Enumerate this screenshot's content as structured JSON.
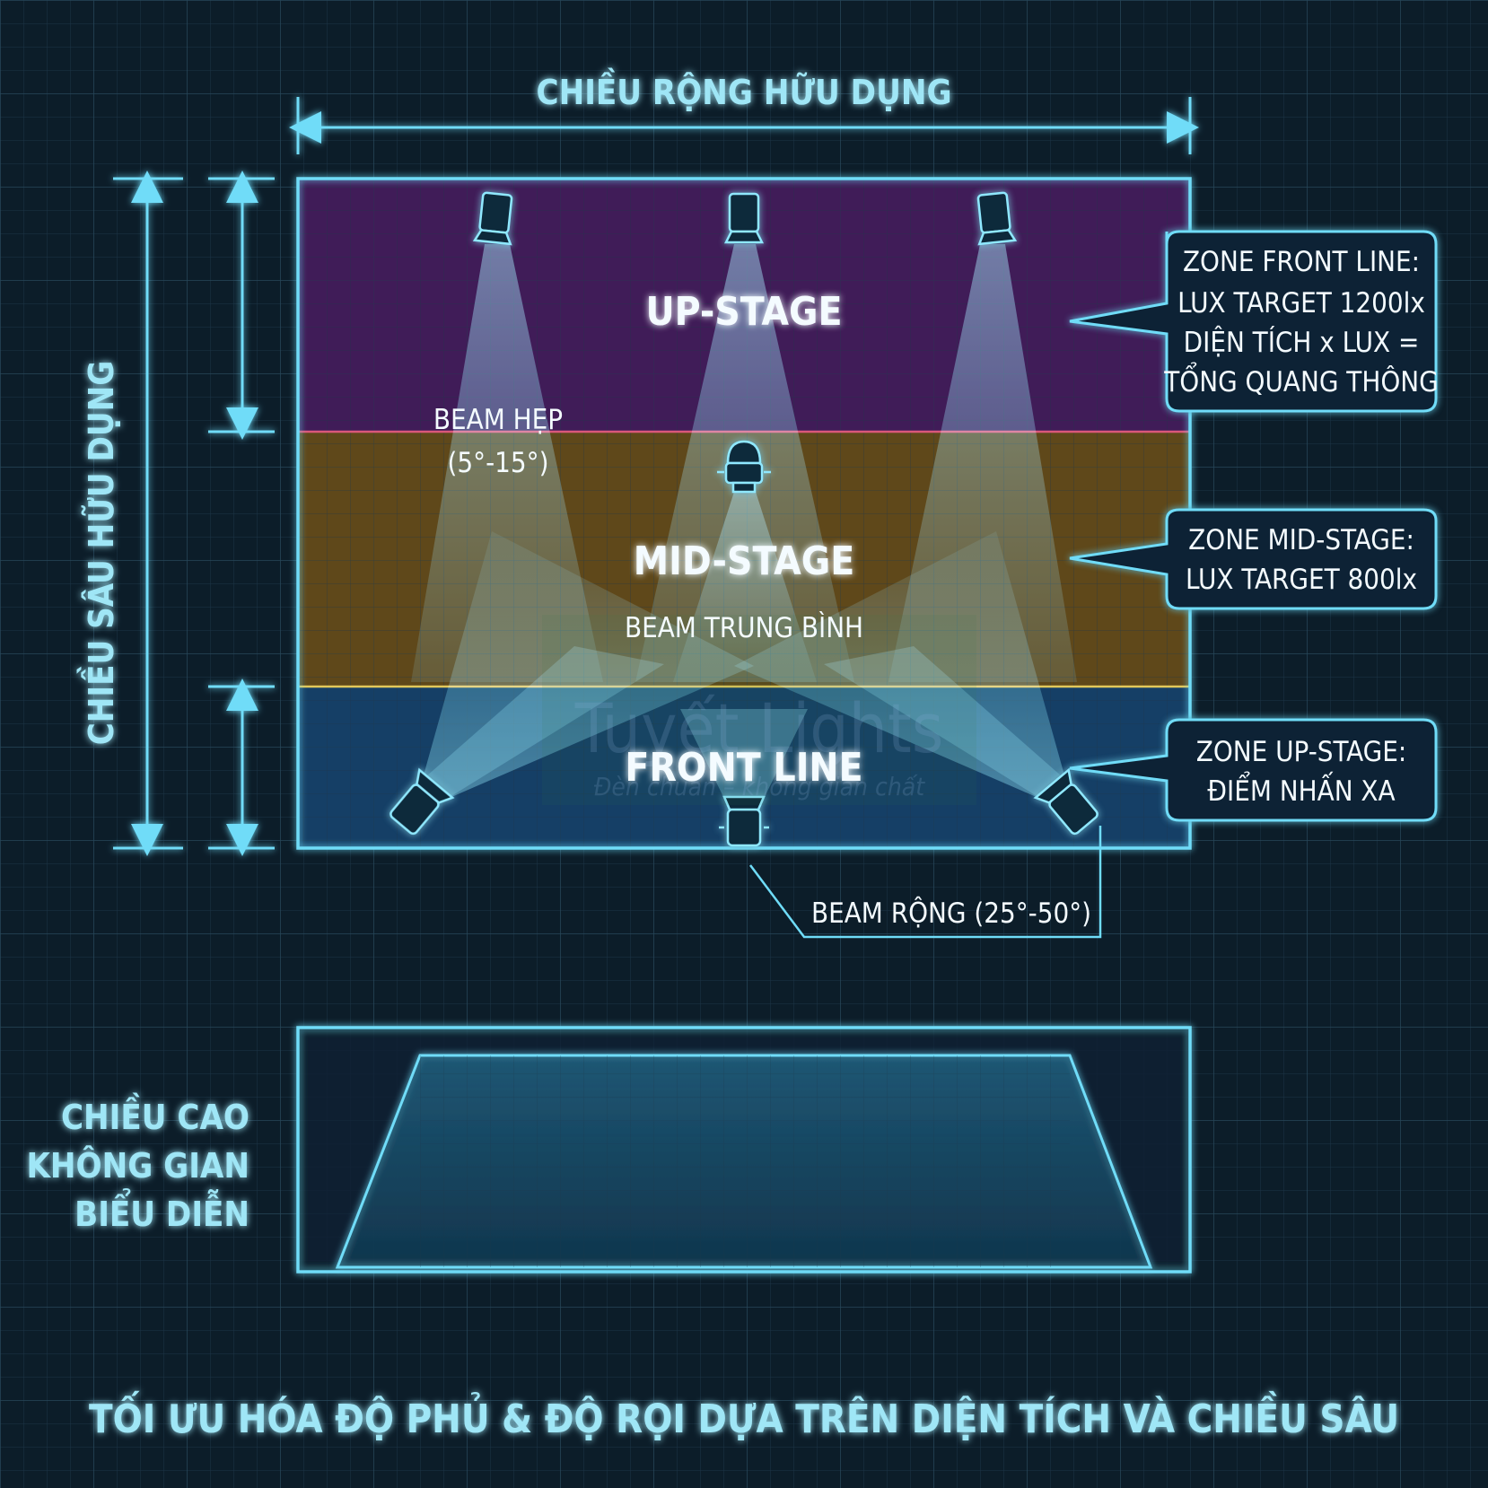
{
  "diagram": {
    "width_label": "CHIỀU RỘNG HỮU DỤNG",
    "depth_label": "CHIỀU SÂU HỮU DỤNG",
    "zones": {
      "up_stage": "UP-STAGE",
      "mid_stage": "MID-STAGE",
      "front_line": "FRONT LINE"
    },
    "beam_labels": {
      "narrow_line1": "BEAM HẸP",
      "narrow_line2": "(5°-15°)",
      "medium": "BEAM TRUNG BÌNH",
      "wide": "BEAM RỘNG (25°-50°)"
    },
    "callouts": {
      "front_line": [
        "ZONE FRONT LINE:",
        "LUX TARGET 1200lx",
        "DIỆN TÍCH x LUX =",
        "TỔNG QUANG THÔNG"
      ],
      "mid_stage": [
        "ZONE MID-STAGE:",
        "LUX TARGET 800lx"
      ],
      "up_stage": [
        "ZONE UP-STAGE:",
        "ĐIỂM NHẤN XA"
      ]
    },
    "height_label": [
      "CHIỀU CAO",
      "KHÔNG GIAN",
      "BIỂU DIỄN"
    ],
    "watermark": {
      "brand": "Tuyết Lights",
      "tagline": "Đèn chuẩn – không gian chất"
    },
    "footer_title": "TỐI ƯU HÓA ĐỘ PHỦ & ĐỘ RỌI DỰA TRÊN DIỆN TÍCH VÀ CHIỀU SÂU",
    "colors": {
      "background": "#0c1d29",
      "grid": "#1f3a4c",
      "accent": "#5fd6f3",
      "up_stage_zone": "#54206b",
      "mid_stage_zone": "#7c5a1a",
      "front_zone": "#174a74",
      "beam": "#6fdcf8"
    }
  }
}
